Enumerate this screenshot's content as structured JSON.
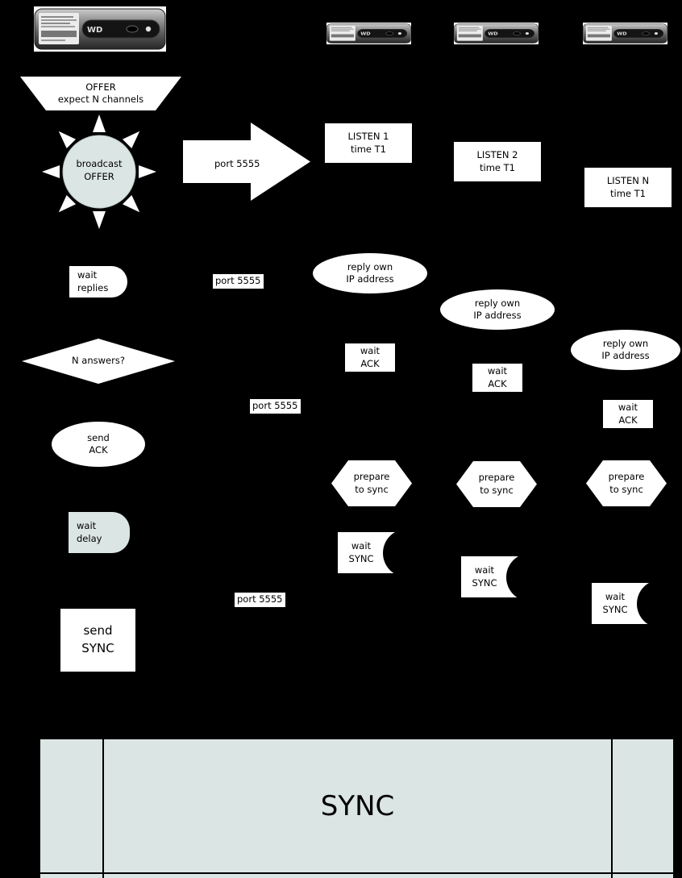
{
  "colors": {
    "background": "#000000",
    "shape_fill": "#ffffff",
    "accent_fill": "#dbe5e4",
    "text": "#000000"
  },
  "devices": {
    "brand": "WD"
  },
  "sender": {
    "offer_line1": "OFFER",
    "offer_line2": "expect N channels",
    "broadcast_line1": "broadcast",
    "broadcast_line2": "OFFER",
    "wait_replies_line1": "wait",
    "wait_replies_line2": "replies",
    "n_answers": "N answers?",
    "send_ack_line1": "send",
    "send_ack_line2": "ACK",
    "wait_delay_line1": "wait",
    "wait_delay_line2": "delay",
    "send_sync_line1": "send",
    "send_sync_line2": "SYNC"
  },
  "port_labels": {
    "arrow": "port 5555",
    "reply_row": "port 5555",
    "ack_row": "port 5555",
    "sync_row": "port 5555"
  },
  "receivers": [
    {
      "listen_line1": "LISTEN 1",
      "listen_line2": "time T1",
      "reply_line1": "reply own",
      "reply_line2": "IP address",
      "wait_ack_line1": "wait",
      "wait_ack_line2": "ACK",
      "prepare_line1": "prepare",
      "prepare_line2": "to sync",
      "wait_sync_line1": "wait",
      "wait_sync_line2": "SYNC"
    },
    {
      "listen_line1": "LISTEN 2",
      "listen_line2": "time T1",
      "reply_line1": "reply own",
      "reply_line2": "IP address",
      "wait_ack_line1": "wait",
      "wait_ack_line2": "ACK",
      "prepare_line1": "prepare",
      "prepare_line2": "to sync",
      "wait_sync_line1": "wait",
      "wait_sync_line2": "SYNC"
    },
    {
      "listen_line1": "LISTEN N",
      "listen_line2": "time T1",
      "reply_line1": "reply own",
      "reply_line2": "IP address",
      "wait_ack_line1": "wait",
      "wait_ack_line2": "ACK",
      "prepare_line1": "prepare",
      "prepare_line2": "to sync",
      "wait_sync_line1": "wait",
      "wait_sync_line2": "SYNC"
    }
  ],
  "sync_bar": {
    "label": "SYNC"
  }
}
